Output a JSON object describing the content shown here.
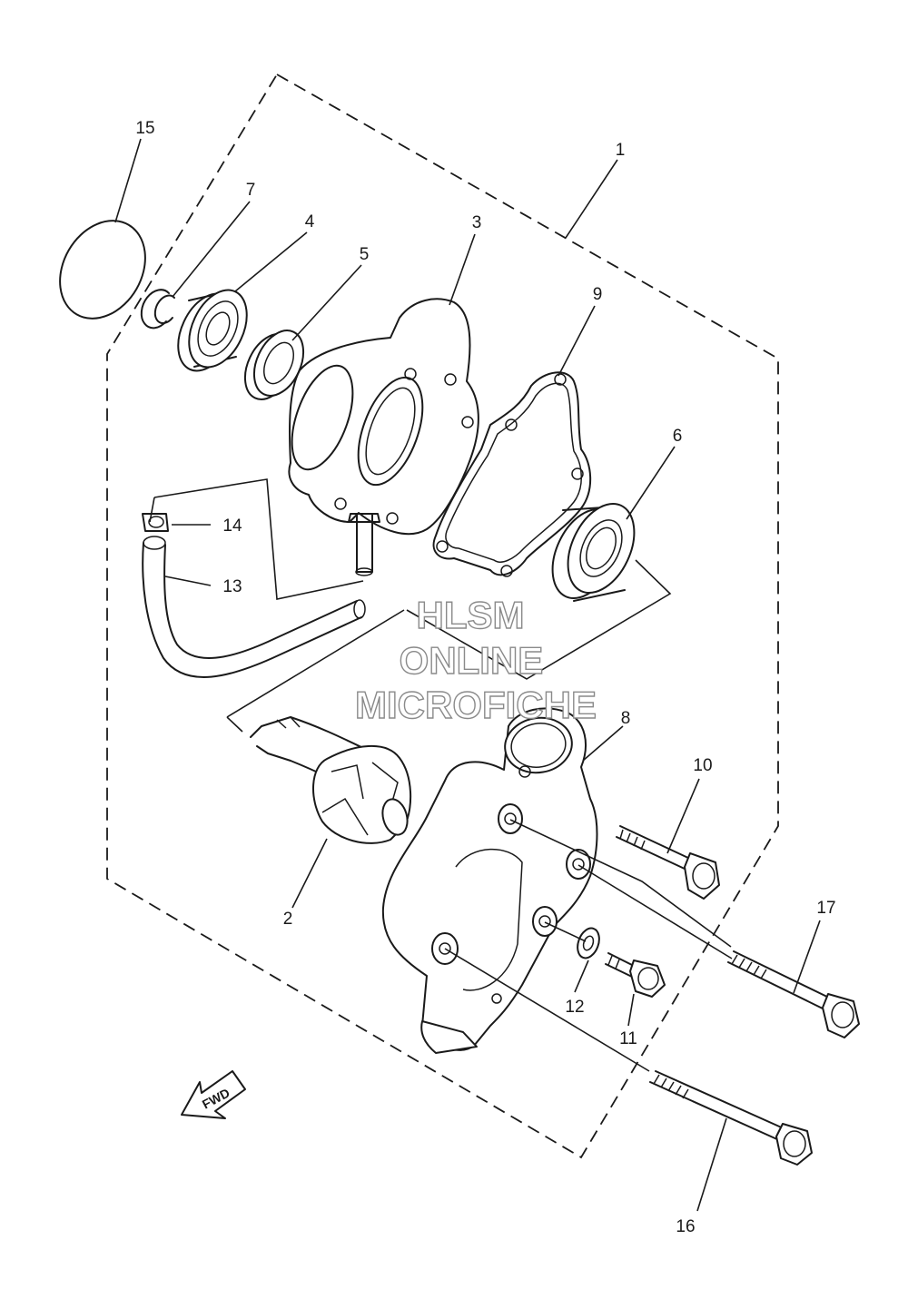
{
  "watermark": {
    "line1": "HLSM",
    "line2": "ONLINE",
    "line3": "MICROFICHE"
  },
  "direction_label": "FWD",
  "callouts": [
    {
      "id": "1",
      "text": "1"
    },
    {
      "id": "2",
      "text": "2"
    },
    {
      "id": "3",
      "text": "3"
    },
    {
      "id": "4",
      "text": "4"
    },
    {
      "id": "5",
      "text": "5"
    },
    {
      "id": "6",
      "text": "6"
    },
    {
      "id": "7",
      "text": "7"
    },
    {
      "id": "8",
      "text": "8"
    },
    {
      "id": "9",
      "text": "9"
    },
    {
      "id": "10",
      "text": "10"
    },
    {
      "id": "11",
      "text": "11"
    },
    {
      "id": "12",
      "text": "12"
    },
    {
      "id": "13",
      "text": "13"
    },
    {
      "id": "14",
      "text": "14"
    },
    {
      "id": "15",
      "text": "15"
    },
    {
      "id": "16",
      "text": "16"
    },
    {
      "id": "17",
      "text": "17"
    }
  ]
}
